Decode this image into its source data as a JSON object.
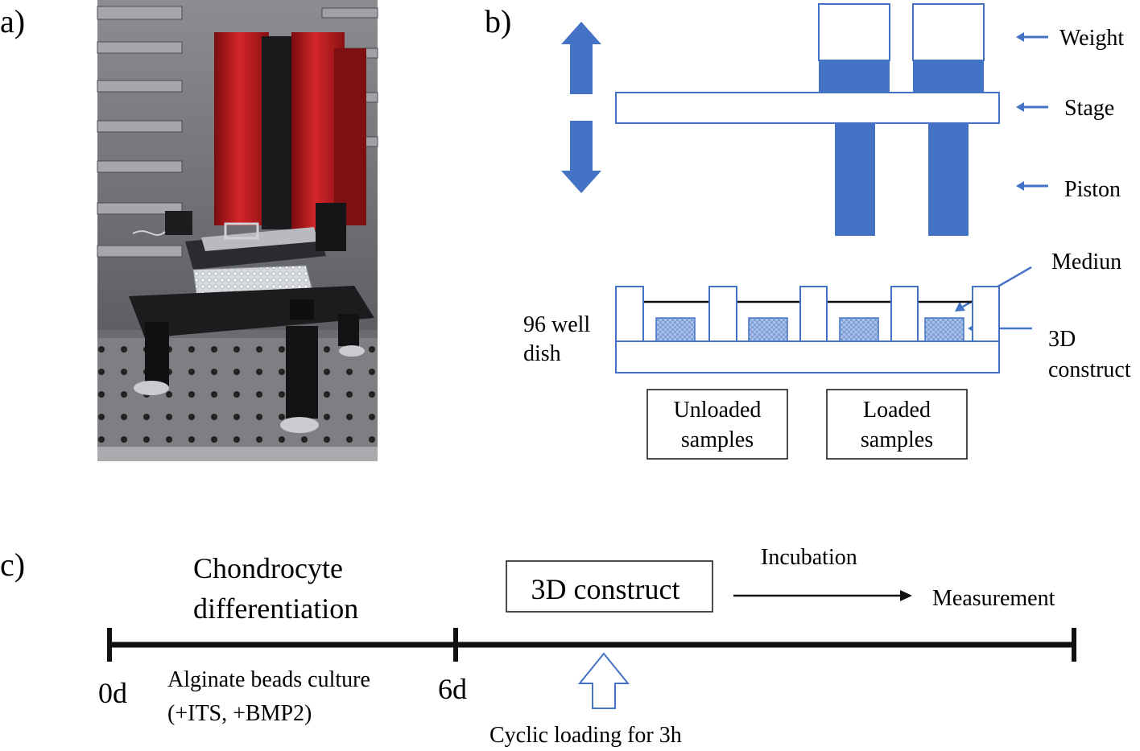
{
  "panels": {
    "a": {
      "label": "a)"
    },
    "b": {
      "label": "b)",
      "callouts": {
        "weight": "Weight",
        "stage": "Stage",
        "piston": "Piston",
        "medium": "Mediun",
        "construct_line1": "3D",
        "construct_line2": "construct"
      },
      "dish_line1": "96 well",
      "dish_line2": "dish",
      "boxes": {
        "unloaded_line1": "Unloaded",
        "unloaded_line2": "samples",
        "loaded_line1": "Loaded",
        "loaded_line2": "samples"
      }
    },
    "c": {
      "label": "c)",
      "phase1_line1": "Chondrocyte",
      "phase1_line2": "differentiation",
      "construct_box": "3D construct",
      "incubation": "Incubation",
      "measurement": "Measurement",
      "tick_start": "0d",
      "tick_mid": "6d",
      "culture_line1": "Alginate beads culture",
      "culture_line2": "(+ITS,  +BMP2)",
      "cyclic_loading": "Cyclic loading for 3h"
    }
  },
  "colors": {
    "diagram_blue": "#4472c4",
    "construct_fill": "#8fb0e0",
    "accent_red": "#b01a1c",
    "black": "#111111"
  }
}
